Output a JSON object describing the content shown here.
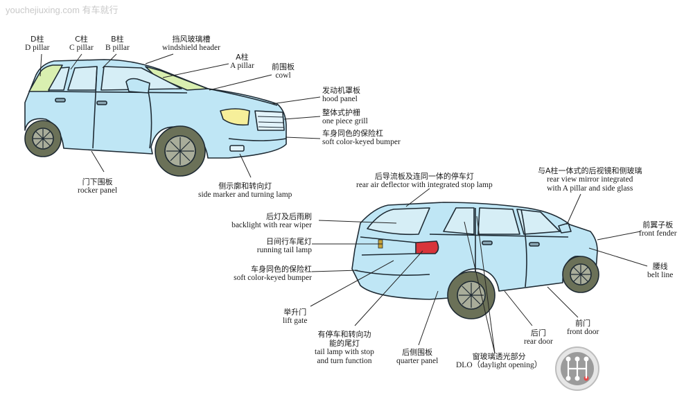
{
  "watermark": "youchejiuxing.com 有车就行",
  "labels": {
    "d_pillar": {
      "zh": "D柱",
      "en": "D pillar"
    },
    "c_pillar": {
      "zh": "C柱",
      "en": "C pillar"
    },
    "b_pillar": {
      "zh": "B柱",
      "en": "B pillar"
    },
    "windshield_header": {
      "zh": "挡风玻璃槽",
      "en": "windshield header"
    },
    "a_pillar": {
      "zh": "A柱",
      "en": "A pillar"
    },
    "cowl": {
      "zh": "前围板",
      "en": "cowl"
    },
    "hood_panel": {
      "zh": "发动机罩板",
      "en": "hood panel"
    },
    "grill": {
      "zh": "整体式护栅",
      "en": "one piece grill"
    },
    "front_bumper": {
      "zh": "车身同色的保险杠",
      "en": "soft color-keyed bumper"
    },
    "rocker_panel": {
      "zh": "门下围板",
      "en": "rocker panel"
    },
    "side_marker": {
      "zh": "侧示廓和转向灯",
      "en": "side marker and turning lamp"
    },
    "rear_deflector": {
      "zh": "后导流板及连同一体的停车灯",
      "en": "rear air deflector with integrated stop lamp"
    },
    "mirror": {
      "zh": "与A柱一体式的后视镜和侧玻璃",
      "en1": "rear view mirror integrated",
      "en2": "with A pillar and side glass"
    },
    "backlight": {
      "zh": "后灯及后雨刷",
      "en": "backlight with rear wiper"
    },
    "tail_lamp": {
      "zh": "日间行车尾灯",
      "en": "running tail lamp"
    },
    "rear_bumper": {
      "zh": "车身同色的保险杠",
      "en": "soft color-keyed bumper"
    },
    "front_fender": {
      "zh": "前翼子板",
      "en": "front fender"
    },
    "belt_line": {
      "zh": "腰线",
      "en": "belt line"
    },
    "lift_gate": {
      "zh": "举升门",
      "en": "lift gate"
    },
    "tail_lamp_stop": {
      "zh1": "有停车和转向功",
      "zh2": "能的尾灯",
      "en1": "tail lamp with stop",
      "en2": "and turn function"
    },
    "quarter_panel": {
      "zh": "后侧围板",
      "en": "quarter panel"
    },
    "rear_door": {
      "zh": "后门",
      "en": "rear door"
    },
    "front_door": {
      "zh": "前门",
      "en": "front door"
    },
    "dlo": {
      "zh": "窗玻璃透光部分",
      "en": "DLO（daylight opening）"
    }
  },
  "colors": {
    "body": "#bfe6f5",
    "glass": "#d6eef6",
    "pillar_highlight": "#d9efb0",
    "tire": "#6b7158",
    "outline": "#1e2a33",
    "headlamp": "#f6ef9a",
    "taillamp": "#d8343a"
  },
  "icons": {
    "logo": "gear-shift-logo-icon"
  }
}
